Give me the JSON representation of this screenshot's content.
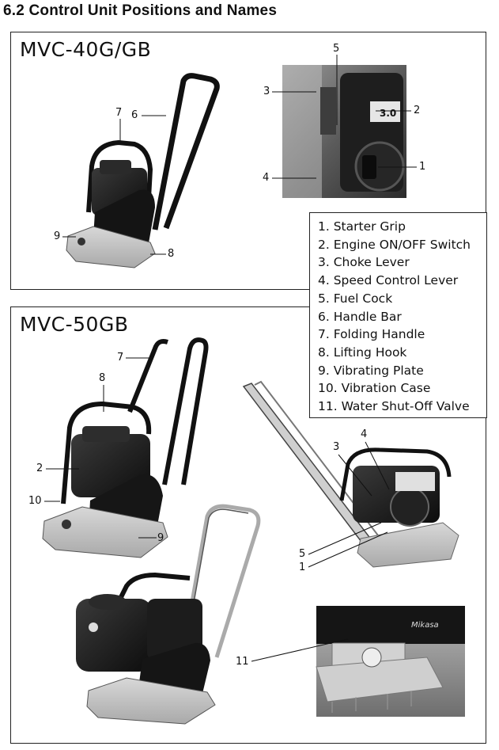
{
  "section": {
    "heading": "6.2 Control Unit Positions and Names"
  },
  "panels": {
    "top": {
      "title": "MVC-40G/GB"
    },
    "bottom": {
      "title": "MVC-50GB"
    }
  },
  "legend": [
    "1. Starter Grip",
    "2. Engine ON/OFF Switch",
    "3. Choke Lever",
    "4. Speed Control Lever",
    "5. Fuel Cock",
    "6. Handle Bar",
    "7. Folding Handle",
    "8. Lifting Hook",
    "9. Vibrating Plate",
    "10. Vibration Case",
    "11. Water Shut-Off Valve"
  ],
  "callouts": {
    "top_machine": {
      "c7": "7",
      "c6": "6",
      "c9": "9",
      "c8": "8"
    },
    "top_closeup": {
      "c5": "5",
      "c3": "3",
      "c2": "2",
      "c1": "1",
      "c4": "4"
    },
    "bottom_machine": {
      "c7": "7",
      "c8": "8",
      "c2": "2",
      "c10": "10",
      "c9": "9"
    },
    "bottom_folded": {
      "c3": "3",
      "c4": "4",
      "c5": "5",
      "c1": "1"
    },
    "bottom_valve": {
      "c11": "11"
    }
  },
  "brand_marks": {
    "label": "Mikasa",
    "closeup_badge": "3.0"
  }
}
